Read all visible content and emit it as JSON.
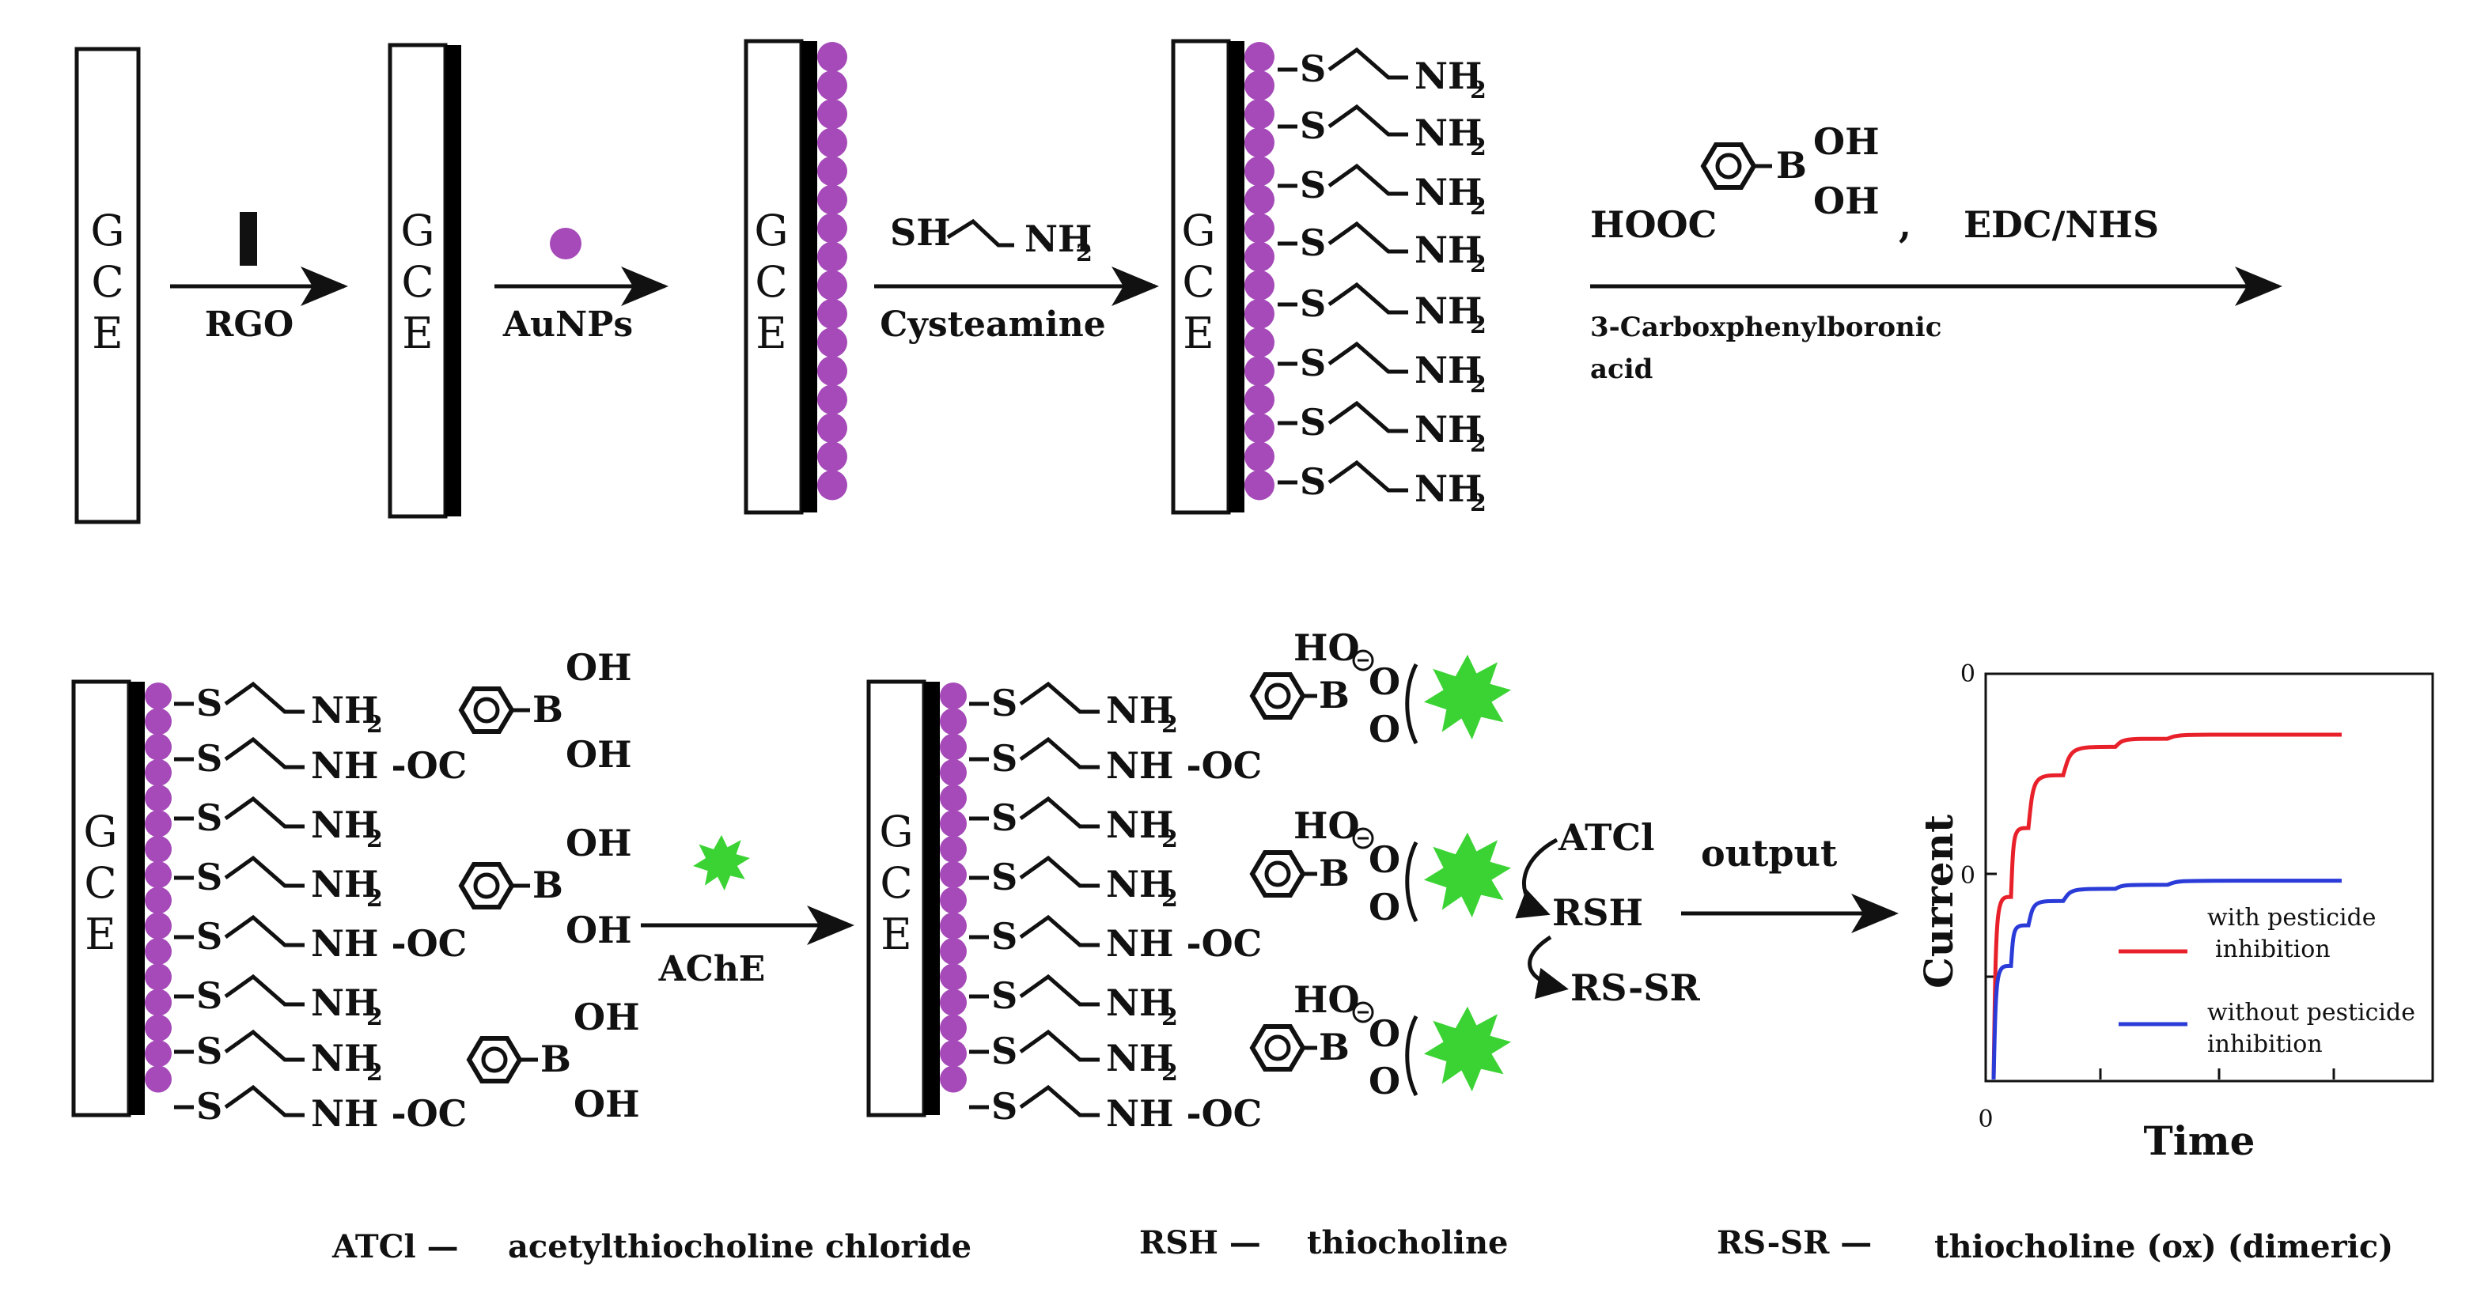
{
  "electrode": {
    "letters": [
      "G",
      "C",
      "E"
    ]
  },
  "steps": {
    "rgo": "RGO",
    "aunps": "AuNPs",
    "cysteamine": "Cysteamine",
    "cyst_sh": "SH",
    "cyst_nh": "NH",
    "cyst_sub": "2",
    "hooc": "HOOC",
    "boron": "B",
    "oh": "OH",
    "comma": ",",
    "edc_nhs": "EDC/NHS",
    "cpba_line1": "3-Carboxphenylboronic",
    "cpba_line2": "acid",
    "ache": "AChE",
    "output": "output"
  },
  "groups": {
    "s": "S",
    "nh2": "NH",
    "nh2_sub": "2",
    "nh_oc": "NH -OC",
    "ho": "HO",
    "o": "O"
  },
  "reaction": {
    "atcl": "ATCl",
    "rsh": "RSH",
    "rssr": "RS-SR"
  },
  "chart_data": {
    "type": "line",
    "xlabel": "Time",
    "ylabel": "Current",
    "y_tick_labels": [
      "0",
      "0"
    ],
    "x_tick_labels": [
      "0"
    ],
    "series": [
      {
        "name": "with pesticide inhibition",
        "color": "#e8202a",
        "x": [
          0.0,
          0.05,
          0.1,
          0.2,
          0.35,
          0.5,
          0.7,
          1.0
        ],
        "y": [
          0.0,
          0.45,
          0.62,
          0.75,
          0.82,
          0.84,
          0.85,
          0.85
        ]
      },
      {
        "name": "without pesticide inhibition",
        "color": "#2a3bd8",
        "x": [
          0.0,
          0.05,
          0.1,
          0.2,
          0.35,
          0.5,
          0.7,
          1.0
        ],
        "y": [
          0.0,
          0.28,
          0.38,
          0.44,
          0.47,
          0.48,
          0.49,
          0.49
        ]
      }
    ],
    "legend": [
      {
        "line1": "with pesticide",
        "line2": "inhibition"
      },
      {
        "line1": "without pesticide",
        "line2": "inhibition"
      }
    ]
  },
  "footer": {
    "atcl_abbr": "ATCl —",
    "atcl_full": "acetylthiocholine chloride",
    "rsh_abbr": "RSH —",
    "rsh_full": "thiocholine",
    "rssr_abbr": "RS-SR —",
    "rssr_full": "thiocholine (ox) (dimeric)"
  },
  "colors": {
    "gold": "#a54ab8",
    "enzyme": "#3bd334",
    "electrode_border": "#111111",
    "graphene": "#000000"
  }
}
